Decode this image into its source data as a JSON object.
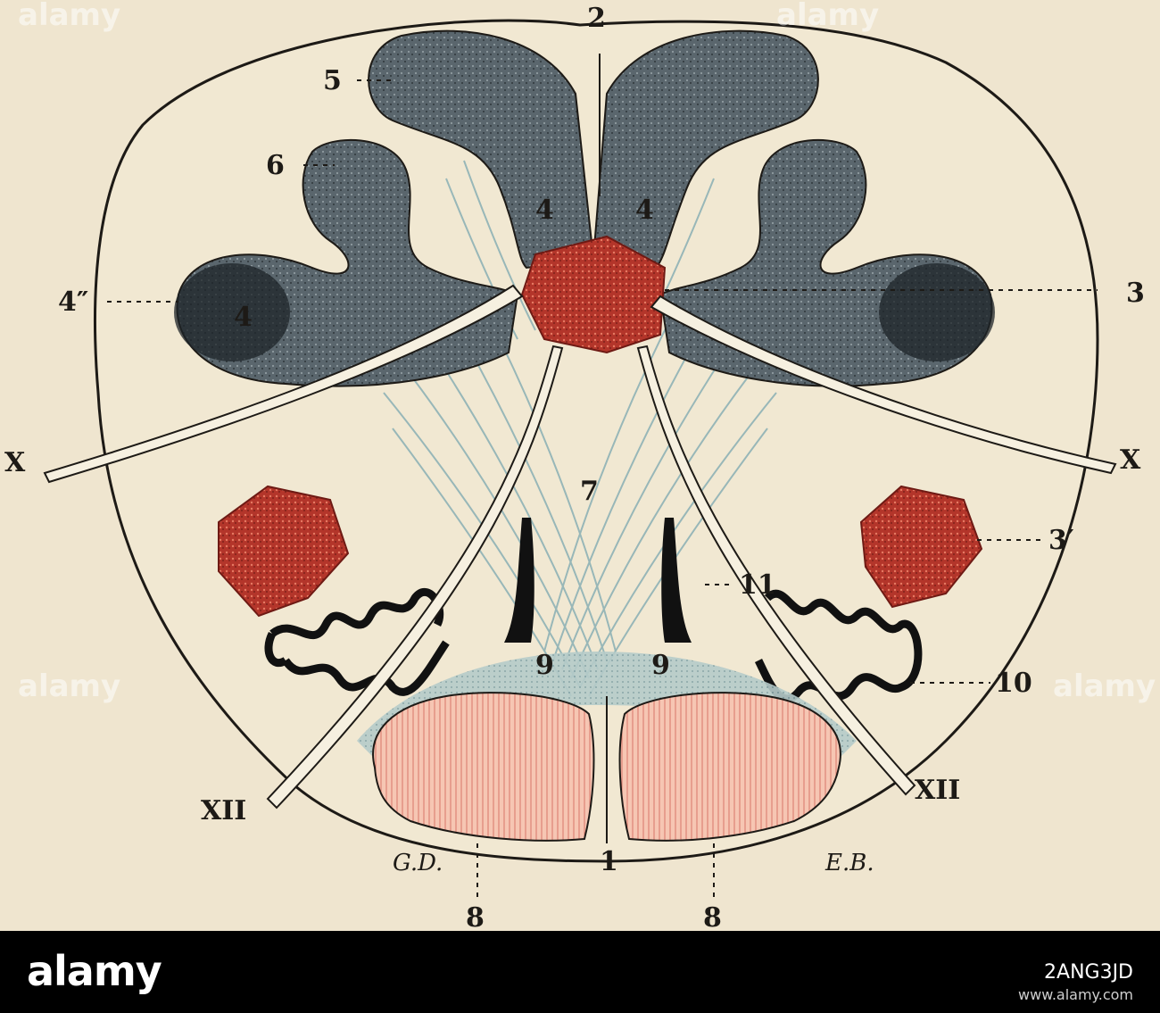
{
  "figure": {
    "labels": {
      "l_2": "2",
      "l_5": "5",
      "l_6": "6",
      "l_4pp": "4″",
      "l_3": "3",
      "l_X_left": "X",
      "l_X_right": "X",
      "l_7": "7",
      "l_3p": "3′",
      "l_11": "11",
      "l_10": "10",
      "l_9a": "9",
      "l_9b": "9",
      "l_XII_left": "XII",
      "l_XII_right": "XII",
      "l_1": "1",
      "l_8a": "8",
      "l_8b": "8",
      "l_4a": "4",
      "l_4b": "4",
      "l_4c": "4",
      "sig_left": "G.D.",
      "sig_right": "E.B."
    },
    "watermarks": [
      "alamy",
      "alamy",
      "alamy",
      "alamy"
    ],
    "colors": {
      "paper": "#efe5cf",
      "nucleus_gray": "#4f5b63",
      "nucleus_red": "#c23a2e",
      "pyramid_pink": "#f2b9a6",
      "fiber_blue": "#9fbcc0",
      "ink": "#1d1a16"
    }
  },
  "footer": {
    "brand": "alamy",
    "stock_id": "2ANG3JD",
    "site": "www.alamy.com"
  }
}
